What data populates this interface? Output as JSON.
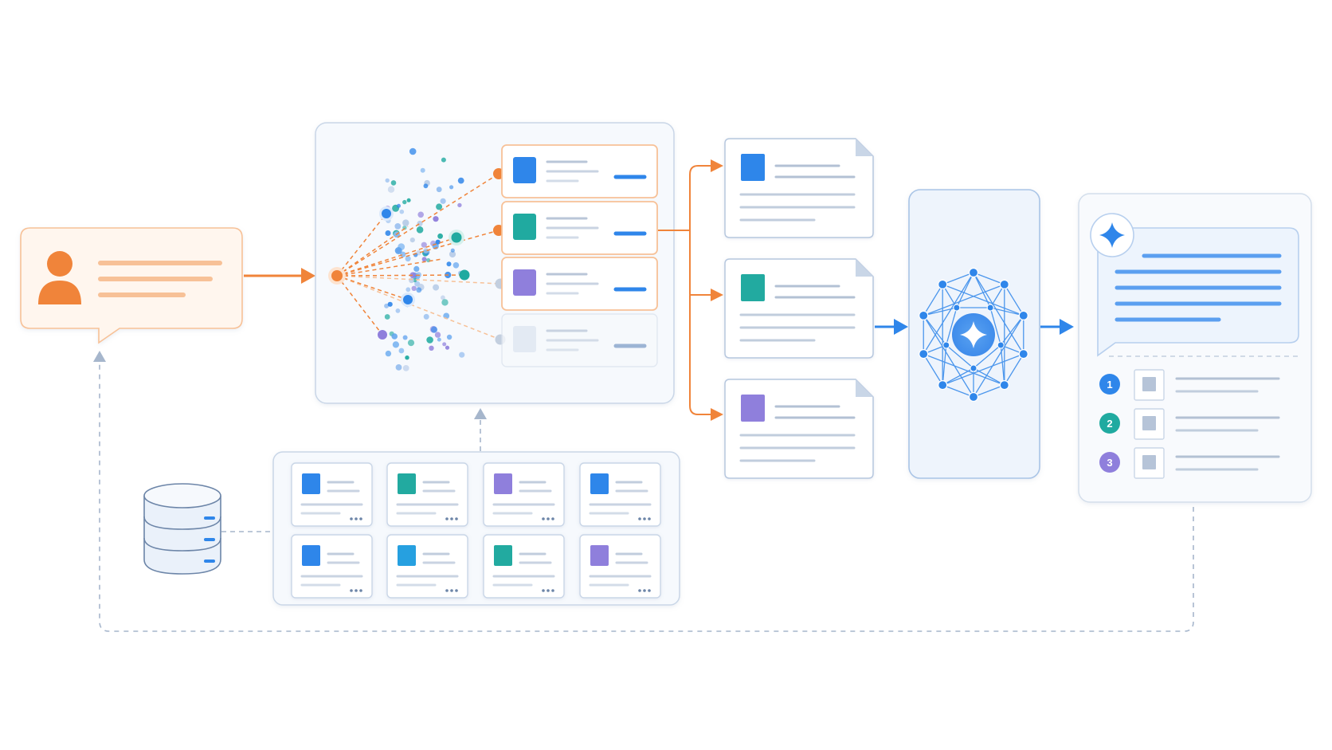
{
  "colors": {
    "orange": "#f0843a",
    "orange_light": "#f7c197",
    "orange_fill": "#fff6ee",
    "blue": "#2f86ea",
    "teal": "#20aaa0",
    "purple": "#8f7fdc",
    "panel_border": "#c9d6e7",
    "panel_fill": "#f6f9fd",
    "line_gray": "#c3cfdf",
    "dashed": "#a6b6cc"
  },
  "icons": {
    "user": "user-icon",
    "database": "database-icon",
    "document": "document-icon",
    "network": "network-icon",
    "sparkle": "sparkle-icon"
  },
  "steps": [
    {
      "name": "query",
      "icon": "user-icon"
    },
    {
      "name": "retrieval",
      "results": 4,
      "highlighted": 3
    },
    {
      "name": "selected-documents",
      "count": 3,
      "thumb_colors": [
        "#2f86ea",
        "#20aaa0",
        "#8f7fdc"
      ]
    },
    {
      "name": "reasoning-model",
      "icon": "network-icon"
    },
    {
      "name": "answer",
      "icon": "sparkle-icon"
    }
  ],
  "knowledge_base": {
    "card_colors": [
      "#2f86ea",
      "#20aaa0",
      "#8f7fdc",
      "#2f86ea",
      "#2f86ea",
      "#27a0e0",
      "#20aaa0",
      "#8f7fdc"
    ]
  },
  "answer": {
    "citations": [
      {
        "label": "1",
        "color": "#2f86ea"
      },
      {
        "label": "2",
        "color": "#20aaa0"
      },
      {
        "label": "3",
        "color": "#8f7fdc"
      }
    ]
  }
}
